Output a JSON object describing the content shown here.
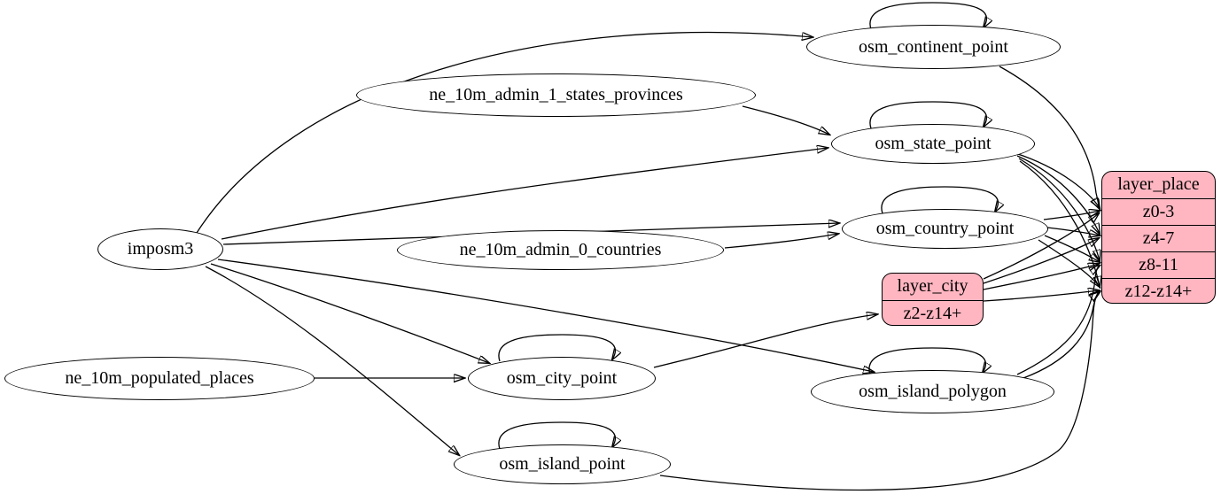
{
  "diagram": {
    "colors": {
      "background": "#ffffff",
      "table_node_fill": "#ffffff",
      "layer_node_fill": "#ffb6c1",
      "stroke": "#000000"
    },
    "tables": {
      "imposm3": "imposm3",
      "ne_10m_admin_1_states_provinces": "ne_10m_admin_1_states_provinces",
      "ne_10m_admin_0_countries": "ne_10m_admin_0_countries",
      "ne_10m_populated_places": "ne_10m_populated_places",
      "osm_continent_point": "osm_continent_point",
      "osm_state_point": "osm_state_point",
      "osm_country_point": "osm_country_point",
      "osm_city_point": "osm_city_point",
      "osm_island_polygon": "osm_island_polygon",
      "osm_island_point": "osm_island_point"
    },
    "layers": {
      "layer_city": {
        "title": "layer_city",
        "rows": [
          "z2-z14+"
        ]
      },
      "layer_place": {
        "title": "layer_place",
        "rows": [
          "z0-3",
          "z4-7",
          "z8-11",
          "z12-z14+"
        ]
      }
    },
    "edges": [
      {
        "from": "imposm3",
        "to": "osm_continent_point"
      },
      {
        "from": "imposm3",
        "to": "osm_state_point"
      },
      {
        "from": "imposm3",
        "to": "osm_country_point"
      },
      {
        "from": "imposm3",
        "to": "osm_city_point"
      },
      {
        "from": "imposm3",
        "to": "osm_island_polygon"
      },
      {
        "from": "imposm3",
        "to": "osm_island_point"
      },
      {
        "from": "ne_10m_admin_1_states_provinces",
        "to": "osm_state_point"
      },
      {
        "from": "ne_10m_admin_0_countries",
        "to": "osm_country_point"
      },
      {
        "from": "ne_10m_populated_places",
        "to": "osm_city_point"
      },
      {
        "from": "osm_continent_point",
        "to": "osm_continent_point"
      },
      {
        "from": "osm_state_point",
        "to": "osm_state_point"
      },
      {
        "from": "osm_country_point",
        "to": "osm_country_point"
      },
      {
        "from": "osm_city_point",
        "to": "osm_city_point"
      },
      {
        "from": "osm_island_polygon",
        "to": "osm_island_polygon"
      },
      {
        "from": "osm_island_point",
        "to": "osm_island_point"
      },
      {
        "from": "osm_continent_point",
        "to": "layer_place:z0-3"
      },
      {
        "from": "osm_state_point",
        "to": "layer_place:z0-3"
      },
      {
        "from": "osm_state_point",
        "to": "layer_place:z4-7"
      },
      {
        "from": "osm_state_point",
        "to": "layer_place:z8-11"
      },
      {
        "from": "osm_state_point",
        "to": "layer_place:z12-z14+"
      },
      {
        "from": "osm_country_point",
        "to": "layer_place:z0-3"
      },
      {
        "from": "osm_country_point",
        "to": "layer_place:z4-7"
      },
      {
        "from": "osm_country_point",
        "to": "layer_place:z8-11"
      },
      {
        "from": "osm_country_point",
        "to": "layer_place:z12-z14+"
      },
      {
        "from": "osm_island_polygon",
        "to": "layer_place:z8-11"
      },
      {
        "from": "osm_island_polygon",
        "to": "layer_place:z12-z14+"
      },
      {
        "from": "osm_island_point",
        "to": "layer_place:z12-z14+"
      },
      {
        "from": "osm_city_point",
        "to": "layer_city:z2-z14+"
      },
      {
        "from": "layer_city",
        "to": "layer_place:z0-3"
      },
      {
        "from": "layer_city",
        "to": "layer_place:z4-7"
      },
      {
        "from": "layer_city",
        "to": "layer_place:z8-11"
      },
      {
        "from": "layer_city",
        "to": "layer_place:z12-z14+"
      }
    ]
  }
}
